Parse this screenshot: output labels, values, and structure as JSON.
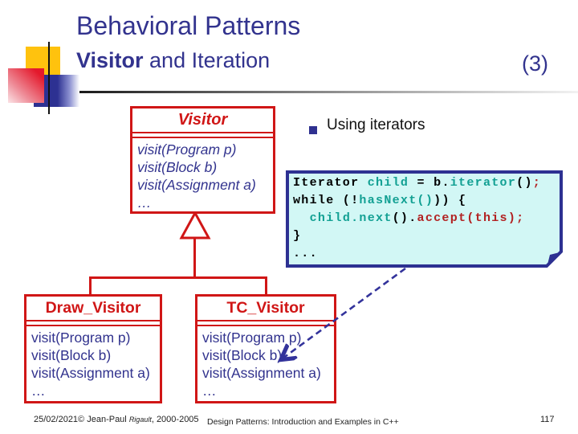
{
  "slide": {
    "title": "Behavioral Patterns",
    "subtitle_bold": "Visitor",
    "subtitle_rest": " and Iteration",
    "slide_index": "(3)"
  },
  "bullet": {
    "label": "Using iterators"
  },
  "uml": {
    "visitor": {
      "name": "Visitor",
      "methods": [
        "visit(Program p)",
        "visit(Block b)",
        "visit(Assignment a)",
        "…"
      ]
    },
    "draw_visitor": {
      "name": "Draw_Visitor",
      "methods": [
        "visit(Program p)",
        "visit(Block b)",
        "visit(Assignment a)",
        "…"
      ]
    },
    "tc_visitor": {
      "name": "TC_Visitor",
      "methods": [
        "visit(Program p)",
        "visit(Block b)",
        "visit(Assignment a)",
        "…"
      ]
    }
  },
  "code": {
    "lines": [
      [
        {
          "t": "Iterator ",
          "c": "plain"
        },
        {
          "t": "child",
          "c": "ident"
        },
        {
          "t": " = b.",
          "c": "plain"
        },
        {
          "t": "iterator",
          "c": "ident"
        },
        {
          "t": "()",
          "c": "plain"
        },
        {
          "t": ";",
          "c": "accent"
        }
      ],
      [
        {
          "t": "while (!",
          "c": "plain"
        },
        {
          "t": "hasNext()",
          "c": "ident"
        },
        {
          "t": ")) {",
          "c": "plain"
        }
      ],
      [
        {
          "t": "  ",
          "c": "plain"
        },
        {
          "t": "child.next",
          "c": "ident"
        },
        {
          "t": "().",
          "c": "plain"
        },
        {
          "t": "accept(this);",
          "c": "accent"
        }
      ],
      [
        {
          "t": "}",
          "c": "plain"
        }
      ],
      [
        {
          "t": "...",
          "c": "plain"
        }
      ]
    ]
  },
  "footer": {
    "left_prefix": "25/02/2021© Jean-Paul ",
    "left_name": "Rigault",
    "left_suffix": ", 2000-2005",
    "center": "Design Patterns: Introduction and Examples in C++",
    "page": "117"
  },
  "colors": {
    "navy": "#32338E",
    "red": "#D01616",
    "teal": "#12A093",
    "darkred": "#B22222",
    "codebg": "#D2F7F5",
    "codeborder": "#2D3192",
    "logo_yellow": "#FFC20E",
    "logo_red": "#E4192C",
    "logo_blue": "#2D3192"
  }
}
